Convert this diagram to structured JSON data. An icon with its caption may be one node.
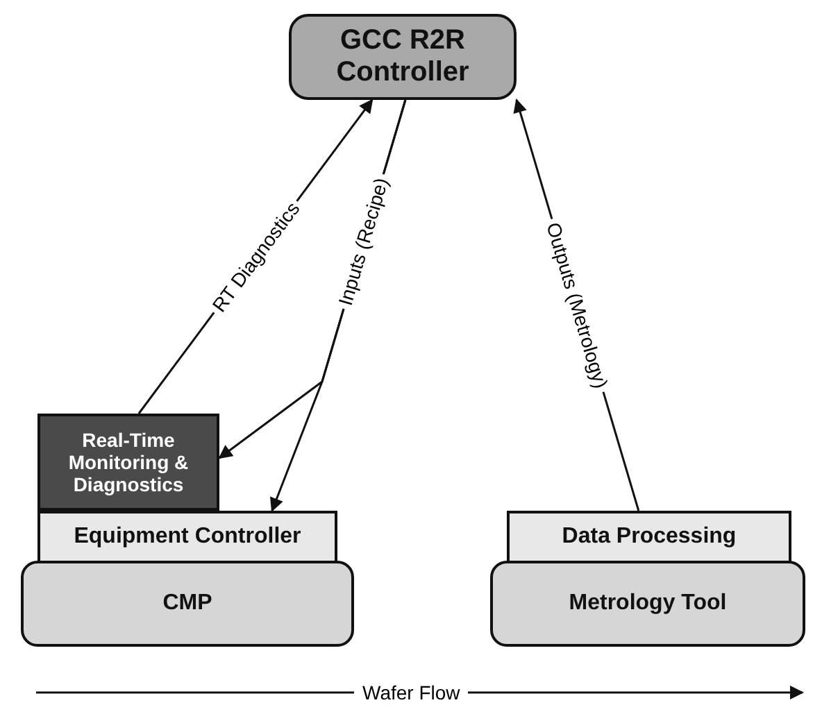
{
  "diagram": {
    "nodes": [
      {
        "text": [
          "GCC R2R Controller"
        ]
      },
      {
        "text": [
          "Real-Time Monitoring & Diagnostics"
        ]
      },
      {
        "text": [
          "Equipment Controller"
        ]
      },
      {
        "text": [
          "CMP"
        ]
      },
      {
        "text": [
          "Data Processing"
        ]
      },
      {
        "text": [
          "Metrology Tool"
        ]
      }
    ],
    "edges": [
      {
        "from": 1,
        "to": 0,
        "arrow": "to",
        "label": "RT Diagnostics"
      },
      {
        "from": 0,
        "to": 1,
        "arrow": "to",
        "label": "Inputs (Recipe)"
      },
      {
        "from": 0,
        "to": 2,
        "arrow": "to"
      },
      {
        "from": 4,
        "to": 0,
        "arrow": "to",
        "label": "Outputs (Metrology)"
      }
    ],
    "labels": [
      "Wafer Flow"
    ]
  }
}
